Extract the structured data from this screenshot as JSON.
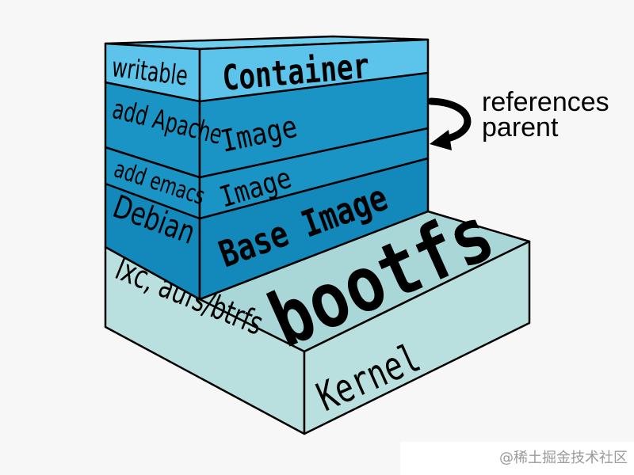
{
  "layers": {
    "container": {
      "side": "writable",
      "face": "Container"
    },
    "apache": {
      "side": "add Apache",
      "face": "Image"
    },
    "emacs": {
      "side": "add emacs",
      "face": "Image"
    },
    "debian": {
      "side": "Debian",
      "face": "Base Image"
    },
    "bootfs": {
      "side": "lxc, aufs/btrfs",
      "top": "bootfs",
      "face": "Kernel"
    }
  },
  "annotation": {
    "line1": "references",
    "line2": "parent"
  },
  "watermark": "@稀土掘金技术社区",
  "colors": {
    "container": "#5cc4ea",
    "image": "#1a94c4",
    "base": "#1288bb",
    "bootfs": "#a9d6d6",
    "kernel": "#b9e0de"
  }
}
